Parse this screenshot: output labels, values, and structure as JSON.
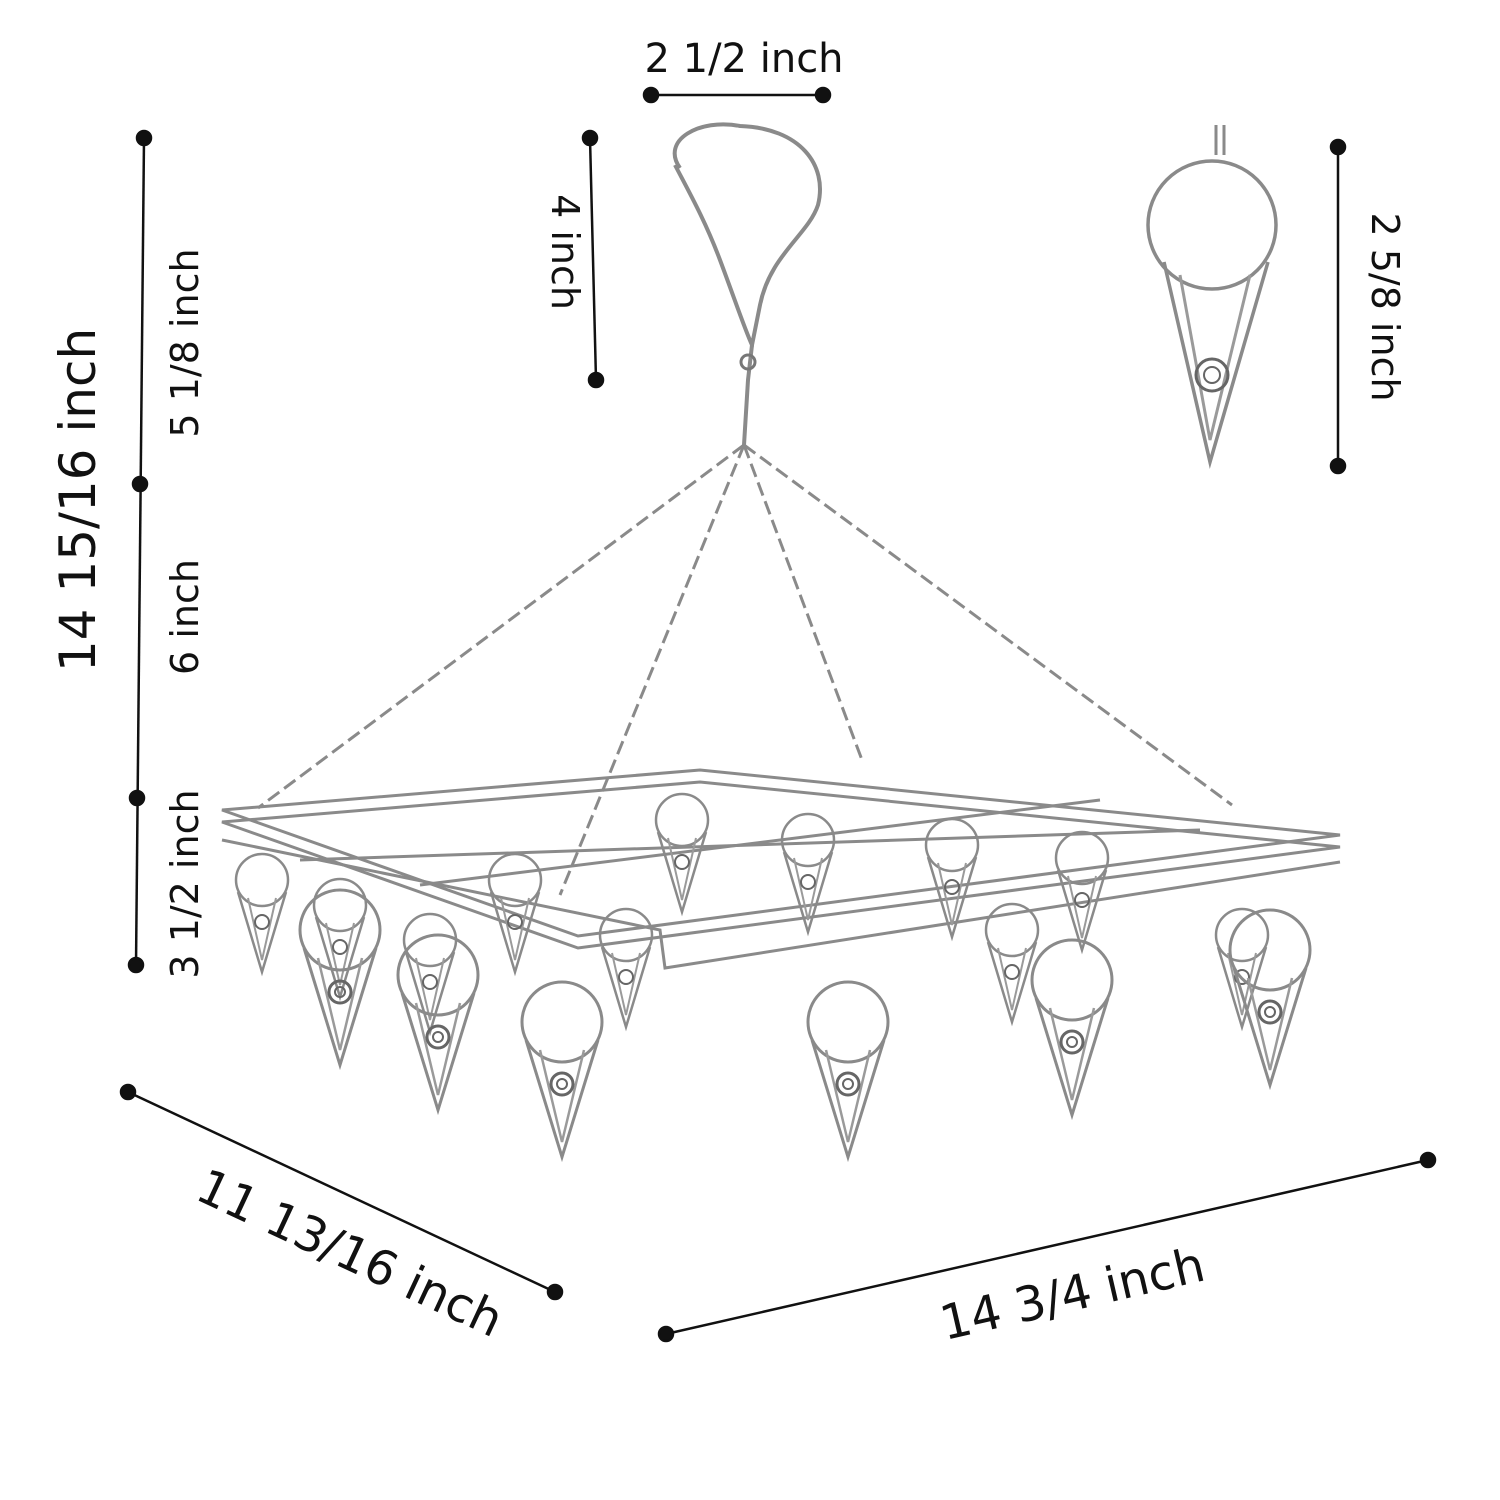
{
  "dimensions": {
    "hook_width": "2 1/2 inch",
    "hook_height": "4 inch",
    "total_height": "14 15/16 inch",
    "upper_height": "5 1/8 inch",
    "chain_height": "6 inch",
    "clip_drop": "3 1/2 inch",
    "clip_height": "2 5/8 inch",
    "depth": "11 13/16 inch",
    "width": "14 3/4 inch"
  },
  "colors": {
    "line": "#111111",
    "wire": "#8a8a8a",
    "wire_dark": "#555555"
  }
}
